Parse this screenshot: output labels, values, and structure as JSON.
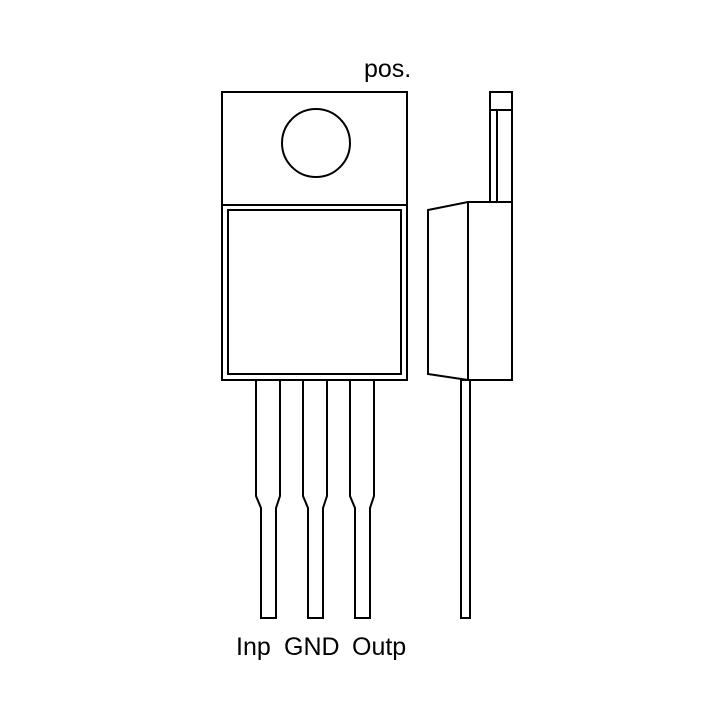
{
  "diagram": {
    "top_label": "pos.",
    "pins": [
      {
        "id": "input",
        "label": "Inp"
      },
      {
        "id": "ground",
        "label": "GND"
      },
      {
        "id": "output",
        "label": "Outp"
      }
    ],
    "colors": {
      "stroke": "#000000",
      "background": "#ffffff"
    }
  }
}
